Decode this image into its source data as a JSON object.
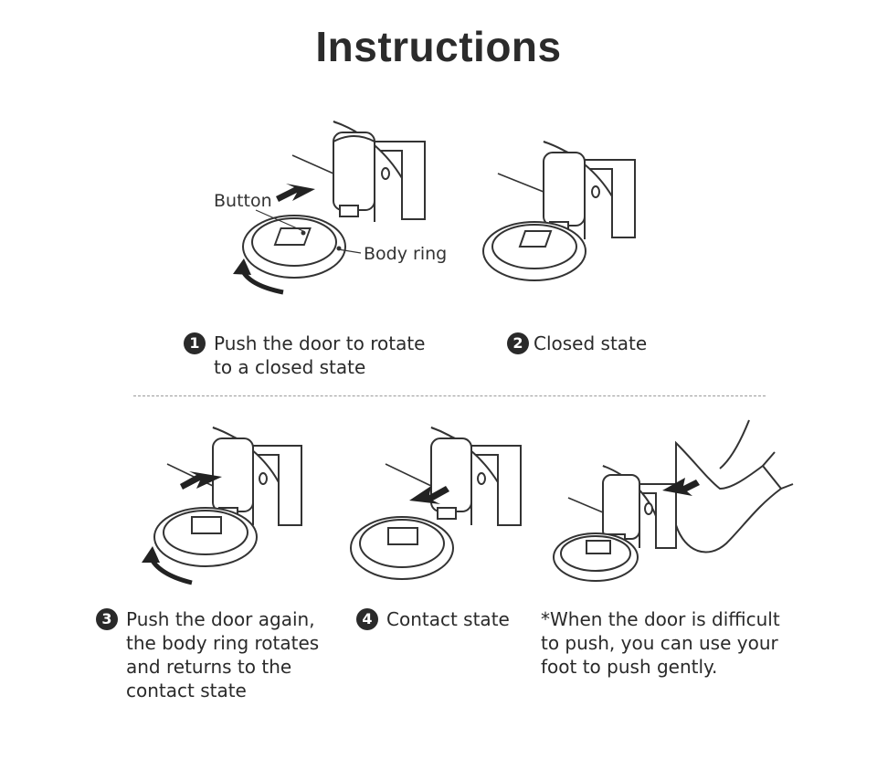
{
  "page": {
    "title": "Instructions"
  },
  "labels": {
    "button": "Button",
    "body_ring": "Body ring"
  },
  "steps": [
    {
      "number": "1",
      "text": "Push the door to rotate\nto a closed state"
    },
    {
      "number": "2",
      "text": "Closed state"
    },
    {
      "number": "3",
      "text": "Push the door again,\nthe body ring rotates\nand returns to the\ncontact state"
    },
    {
      "number": "4",
      "text": "Contact state"
    }
  ],
  "note": "*When the door is difficult\n to push, you can use your\n foot to push gently."
}
